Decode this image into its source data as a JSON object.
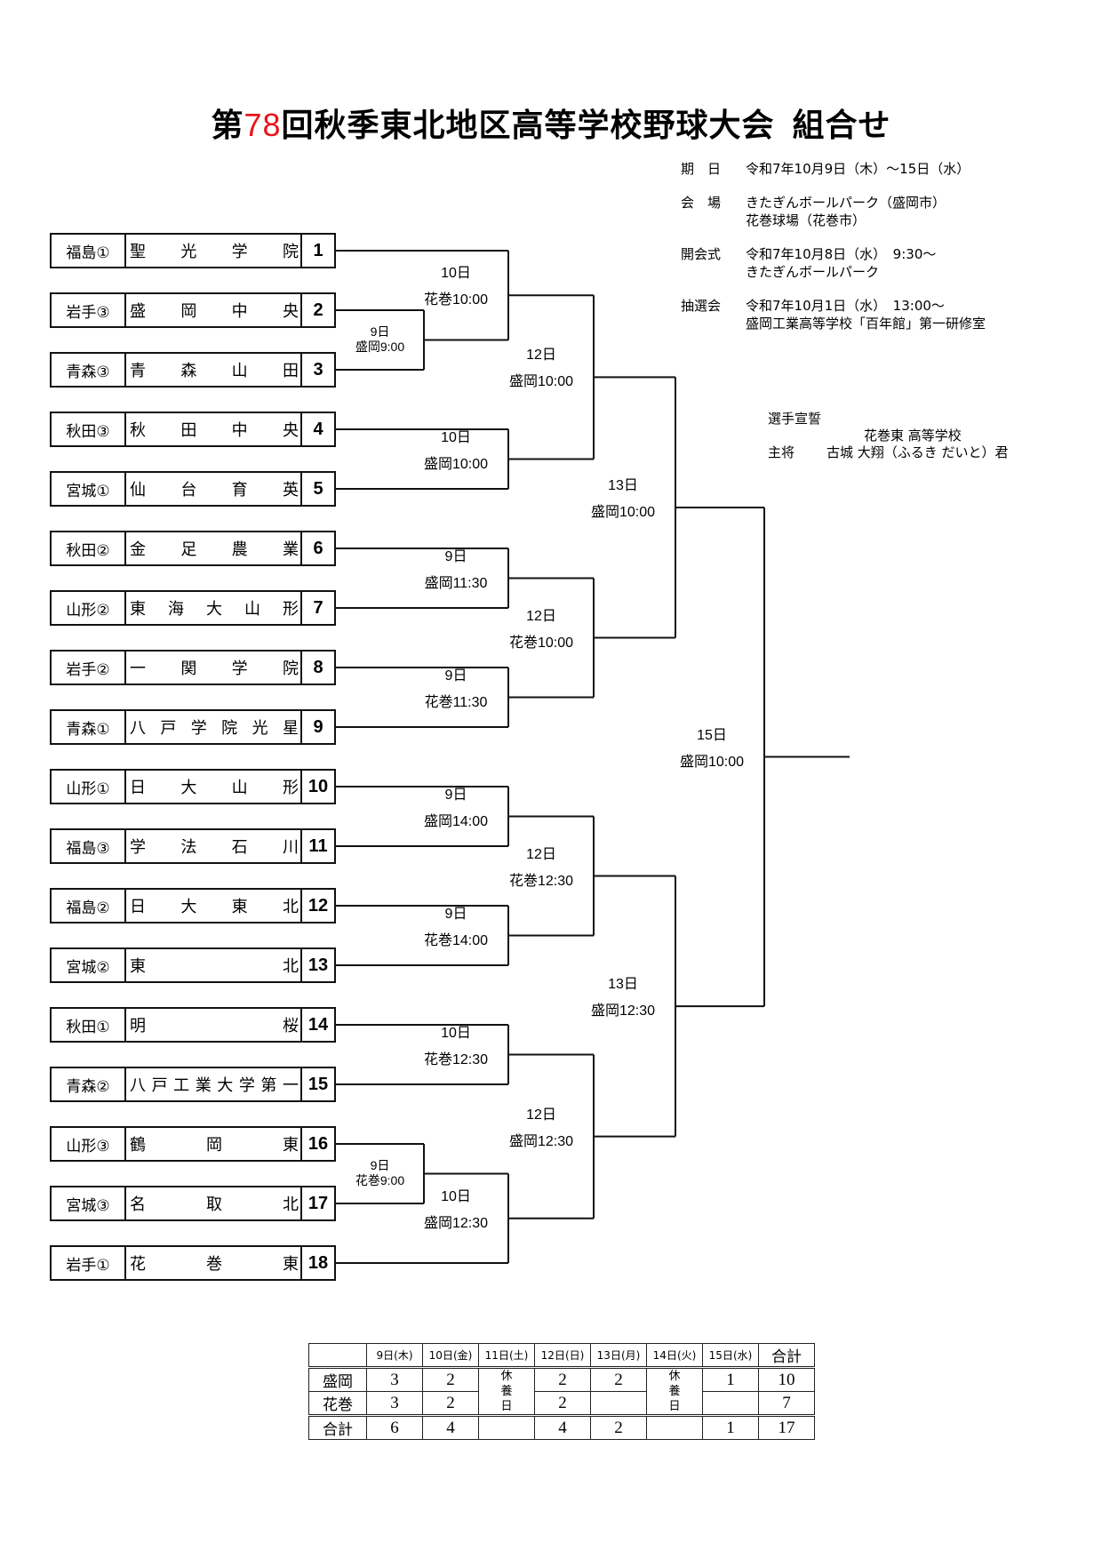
{
  "title": {
    "prefix": "第",
    "number": "78",
    "suffix": "回秋季東北地区高等学校野球大会",
    "subtitle": "組合せ",
    "number_color": "#e8141b"
  },
  "info": [
    {
      "label": "期　日",
      "lines": [
        "令和7年10月9日（木）～15日（水）"
      ]
    },
    {
      "label": "会　場",
      "lines": [
        "きたぎんボールパーク（盛岡市）",
        "花巻球場（花巻市）"
      ]
    },
    {
      "label": "開会式",
      "lines": [
        "令和7年10月8日（水）　9:30～",
        "きたぎんボールパーク"
      ]
    },
    {
      "label": "抽選会",
      "lines": [
        "令和7年10月1日（水）　13:00～",
        "盛岡工業高等学校「百年館」第一研修室"
      ]
    }
  ],
  "oath": {
    "heading": "選手宣誓",
    "school": "花巻東 高等学校",
    "role": "主将",
    "name": "古城 大翔（ふるき だいと）君"
  },
  "teams": [
    {
      "seed": "1",
      "pref": "福島①",
      "name": [
        "聖",
        "光",
        "学",
        "院"
      ]
    },
    {
      "seed": "2",
      "pref": "岩手③",
      "name": [
        "盛",
        "岡",
        "中",
        "央"
      ]
    },
    {
      "seed": "3",
      "pref": "青森③",
      "name": [
        "青",
        "森",
        "山",
        "田"
      ]
    },
    {
      "seed": "4",
      "pref": "秋田③",
      "name": [
        "秋",
        "田",
        "中",
        "央"
      ]
    },
    {
      "seed": "5",
      "pref": "宮城①",
      "name": [
        "仙",
        "台",
        "育",
        "英"
      ]
    },
    {
      "seed": "6",
      "pref": "秋田②",
      "name": [
        "金",
        "足",
        "農",
        "業"
      ]
    },
    {
      "seed": "7",
      "pref": "山形②",
      "name": [
        "東",
        "海",
        "大",
        "山",
        "形"
      ]
    },
    {
      "seed": "8",
      "pref": "岩手②",
      "name": [
        "一",
        "関",
        "学",
        "院"
      ]
    },
    {
      "seed": "9",
      "pref": "青森①",
      "name": [
        "八",
        "戸",
        "学",
        "院",
        "光",
        "星"
      ]
    },
    {
      "seed": "10",
      "pref": "山形①",
      "name": [
        "日",
        "大",
        "山",
        "形"
      ]
    },
    {
      "seed": "11",
      "pref": "福島③",
      "name": [
        "学",
        "法",
        "石",
        "川"
      ]
    },
    {
      "seed": "12",
      "pref": "福島②",
      "name": [
        "日",
        "大",
        "東",
        "北"
      ]
    },
    {
      "seed": "13",
      "pref": "宮城②",
      "name": [
        "東",
        "北"
      ]
    },
    {
      "seed": "14",
      "pref": "秋田①",
      "name": [
        "明",
        "桜"
      ]
    },
    {
      "seed": "15",
      "pref": "青森②",
      "name": [
        "八",
        "戸",
        "工",
        "業",
        "大",
        "学",
        "第",
        "一"
      ]
    },
    {
      "seed": "16",
      "pref": "山形③",
      "name": [
        "鶴",
        "岡",
        "東"
      ]
    },
    {
      "seed": "17",
      "pref": "宮城③",
      "name": [
        "名",
        "取",
        "北"
      ]
    },
    {
      "seed": "18",
      "pref": "岩手①",
      "name": [
        "花",
        "巻",
        "東"
      ]
    }
  ],
  "matches": [
    {
      "id": "m_2_3",
      "round": 0,
      "a": "t2",
      "b": "t3",
      "day": "9日",
      "venue_time": "盛岡9:00"
    },
    {
      "id": "m_16_17",
      "round": 0,
      "a": "t16",
      "b": "t17",
      "day": "9日",
      "venue_time": "花巻9:00"
    },
    {
      "id": "m_1",
      "round": 1,
      "a": "t1",
      "b": "m_2_3",
      "day": "10日",
      "venue_time": "花巻10:00"
    },
    {
      "id": "m_4_5",
      "round": 1,
      "a": "t4",
      "b": "t5",
      "day": "10日",
      "venue_time": "盛岡10:00"
    },
    {
      "id": "m_6_7",
      "round": 1,
      "a": "t6",
      "b": "t7",
      "day": "9日",
      "venue_time": "盛岡11:30"
    },
    {
      "id": "m_8_9",
      "round": 1,
      "a": "t8",
      "b": "t9",
      "day": "9日",
      "venue_time": "花巻11:30"
    },
    {
      "id": "m_10_11",
      "round": 1,
      "a": "t10",
      "b": "t11",
      "day": "9日",
      "venue_time": "盛岡14:00"
    },
    {
      "id": "m_12_13",
      "round": 1,
      "a": "t12",
      "b": "t13",
      "day": "9日",
      "venue_time": "花巻14:00"
    },
    {
      "id": "m_14_15",
      "round": 1,
      "a": "t14",
      "b": "t15",
      "day": "10日",
      "venue_time": "花巻12:30"
    },
    {
      "id": "m_18",
      "round": 1,
      "a": "m_16_17",
      "b": "t18",
      "day": "10日",
      "venue_time": "盛岡12:30"
    },
    {
      "id": "q1",
      "round": 2,
      "a": "m_1",
      "b": "m_4_5",
      "day": "12日",
      "venue_time": "盛岡10:00"
    },
    {
      "id": "q2",
      "round": 2,
      "a": "m_6_7",
      "b": "m_8_9",
      "day": "12日",
      "venue_time": "花巻10:00"
    },
    {
      "id": "q3",
      "round": 2,
      "a": "m_10_11",
      "b": "m_12_13",
      "day": "12日",
      "venue_time": "花巻12:30"
    },
    {
      "id": "q4",
      "round": 2,
      "a": "m_14_15",
      "b": "m_18",
      "day": "12日",
      "venue_time": "盛岡12:30"
    },
    {
      "id": "s1",
      "round": 3,
      "a": "q1",
      "b": "q2",
      "day": "13日",
      "venue_time": "盛岡10:00"
    },
    {
      "id": "s2",
      "round": 3,
      "a": "q3",
      "b": "q4",
      "day": "13日",
      "venue_time": "盛岡12:30"
    },
    {
      "id": "final",
      "round": 4,
      "a": "s1",
      "b": "s2",
      "day": "15日",
      "venue_time": "盛岡10:00"
    }
  ],
  "summary": {
    "headers": [
      "",
      "9日(木)",
      "10日(金)",
      "11日(土)",
      "12日(日)",
      "13日(月)",
      "14日(火)",
      "15日(水)",
      "合計"
    ],
    "rest_label": [
      "休",
      "養",
      "日"
    ],
    "rows": [
      {
        "label": "盛岡",
        "values": [
          "3",
          "2",
          null,
          "2",
          "2",
          null,
          "1",
          "10"
        ]
      },
      {
        "label": "花巻",
        "values": [
          "3",
          "2",
          null,
          "2",
          "",
          null,
          "",
          "7"
        ]
      },
      {
        "label": "合計",
        "values": [
          "6",
          "4",
          "",
          "4",
          "2",
          "",
          "1",
          "17"
        ]
      }
    ]
  }
}
